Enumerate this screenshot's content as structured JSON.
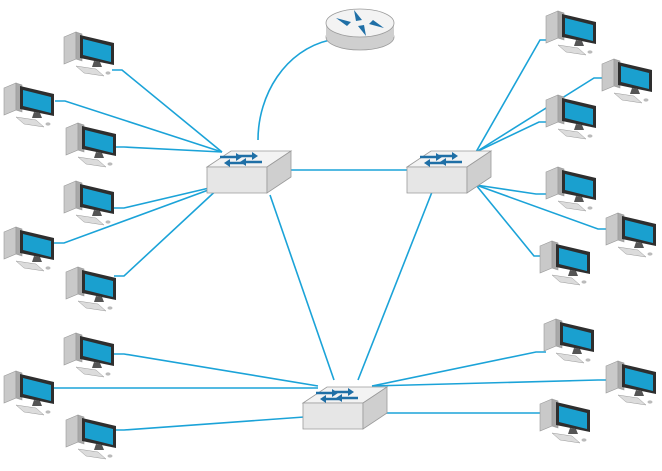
{
  "diagram": {
    "type": "network-topology",
    "colors": {
      "link": "#1ba3d8",
      "device_face": "#f3f3f3",
      "device_side": "#cfcfcf",
      "device_edge": "#9a9a9a",
      "arrow": "#1f6fa6",
      "monitor_screen": "#1aa0cf",
      "monitor_frame": "#2e2e2e",
      "tower": "#c9c9c9",
      "keyboard": "#dcdcdc"
    },
    "nodes": [
      {
        "id": "router-1",
        "kind": "router",
        "icon": "router-icon"
      },
      {
        "id": "switch-1",
        "kind": "switch",
        "icon": "switch-icon"
      },
      {
        "id": "switch-2",
        "kind": "switch",
        "icon": "switch-icon"
      },
      {
        "id": "switch-3",
        "kind": "switch",
        "icon": "switch-icon"
      },
      {
        "id": "pc-1",
        "kind": "workstation",
        "icon": "workstation-icon"
      },
      {
        "id": "pc-2",
        "kind": "workstation",
        "icon": "workstation-icon"
      },
      {
        "id": "pc-3",
        "kind": "workstation",
        "icon": "workstation-icon"
      },
      {
        "id": "pc-4",
        "kind": "workstation",
        "icon": "workstation-icon"
      },
      {
        "id": "pc-5",
        "kind": "workstation",
        "icon": "workstation-icon"
      },
      {
        "id": "pc-6",
        "kind": "workstation",
        "icon": "workstation-icon"
      },
      {
        "id": "pc-7",
        "kind": "workstation",
        "icon": "workstation-icon"
      },
      {
        "id": "pc-8",
        "kind": "workstation",
        "icon": "workstation-icon"
      },
      {
        "id": "pc-9",
        "kind": "workstation",
        "icon": "workstation-icon"
      },
      {
        "id": "pc-10",
        "kind": "workstation",
        "icon": "workstation-icon"
      },
      {
        "id": "pc-11",
        "kind": "workstation",
        "icon": "workstation-icon"
      },
      {
        "id": "pc-12",
        "kind": "workstation",
        "icon": "workstation-icon"
      },
      {
        "id": "pc-13",
        "kind": "workstation",
        "icon": "workstation-icon"
      },
      {
        "id": "pc-14",
        "kind": "workstation",
        "icon": "workstation-icon"
      },
      {
        "id": "pc-15",
        "kind": "workstation",
        "icon": "workstation-icon"
      },
      {
        "id": "pc-16",
        "kind": "workstation",
        "icon": "workstation-icon"
      },
      {
        "id": "pc-17",
        "kind": "workstation",
        "icon": "workstation-icon"
      },
      {
        "id": "pc-18",
        "kind": "workstation",
        "icon": "workstation-icon"
      },
      {
        "id": "pc-19",
        "kind": "workstation",
        "icon": "workstation-icon"
      },
      {
        "id": "pc-20",
        "kind": "workstation",
        "icon": "workstation-icon"
      },
      {
        "id": "pc-21",
        "kind": "workstation",
        "icon": "workstation-icon"
      },
      {
        "id": "pc-22",
        "kind": "workstation",
        "icon": "workstation-icon"
      },
      {
        "id": "pc-23",
        "kind": "workstation",
        "icon": "workstation-icon"
      }
    ],
    "links": [
      {
        "from": "switch-1",
        "to": "router-1"
      },
      {
        "from": "switch-1",
        "to": "switch-2"
      },
      {
        "from": "switch-1",
        "to": "switch-3"
      },
      {
        "from": "switch-2",
        "to": "switch-3"
      },
      {
        "from": "switch-1",
        "to": "pc-1"
      },
      {
        "from": "switch-1",
        "to": "pc-2"
      },
      {
        "from": "switch-1",
        "to": "pc-3"
      },
      {
        "from": "switch-1",
        "to": "pc-4"
      },
      {
        "from": "switch-1",
        "to": "pc-5"
      },
      {
        "from": "switch-1",
        "to": "pc-6"
      },
      {
        "from": "switch-2",
        "to": "pc-7"
      },
      {
        "from": "switch-2",
        "to": "pc-8"
      },
      {
        "from": "switch-2",
        "to": "pc-9"
      },
      {
        "from": "switch-2",
        "to": "pc-10"
      },
      {
        "from": "switch-2",
        "to": "pc-11"
      },
      {
        "from": "switch-2",
        "to": "pc-12"
      },
      {
        "from": "switch-3",
        "to": "pc-13"
      },
      {
        "from": "switch-3",
        "to": "pc-14"
      },
      {
        "from": "switch-3",
        "to": "pc-15"
      },
      {
        "from": "switch-3",
        "to": "pc-16"
      },
      {
        "from": "switch-3",
        "to": "pc-17"
      },
      {
        "from": "switch-3",
        "to": "pc-18"
      }
    ]
  }
}
